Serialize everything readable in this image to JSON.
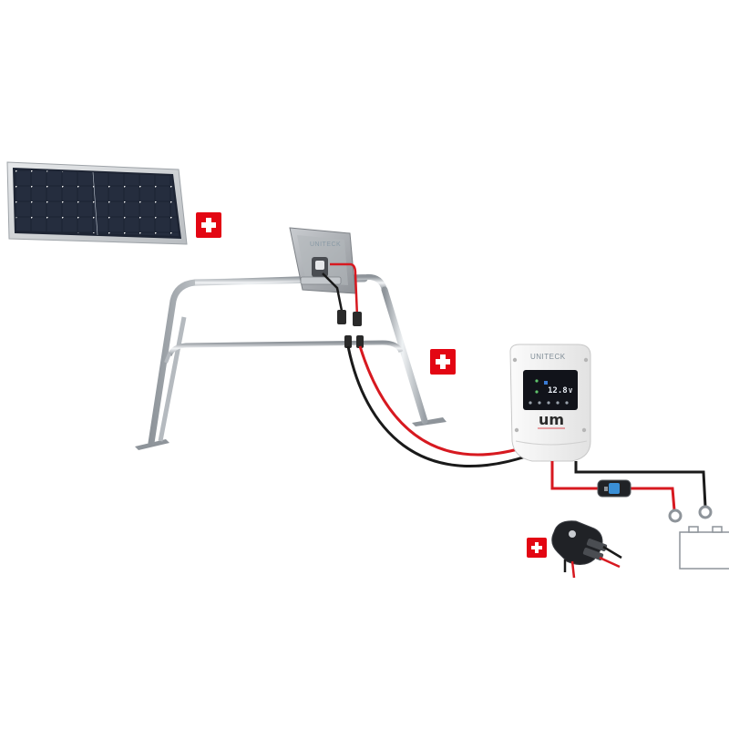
{
  "diagram": {
    "controller": {
      "brand": "UNITECK",
      "display_value": "12.8",
      "display_unit": "V",
      "logo": "um"
    },
    "panel_mount_brand": "UNITECK",
    "icons": {
      "solar_panel": "solar-panel-icon",
      "arch_mount": "stainless-arch-icon",
      "charge_controller": "charge-controller-icon",
      "fuse_holder": "inline-fuse-icon",
      "deck_gland": "cable-gland-icon",
      "battery": "battery-icon",
      "plus_badge": "plus-icon"
    },
    "colors": {
      "plus_badge": "#e30613",
      "positive_wire": "#d71920",
      "negative_wire": "#1a1a1a",
      "panel_cells": "#1d2433",
      "controller_body": "#f4f4f4",
      "lcd_panel": "#11131a"
    }
  }
}
